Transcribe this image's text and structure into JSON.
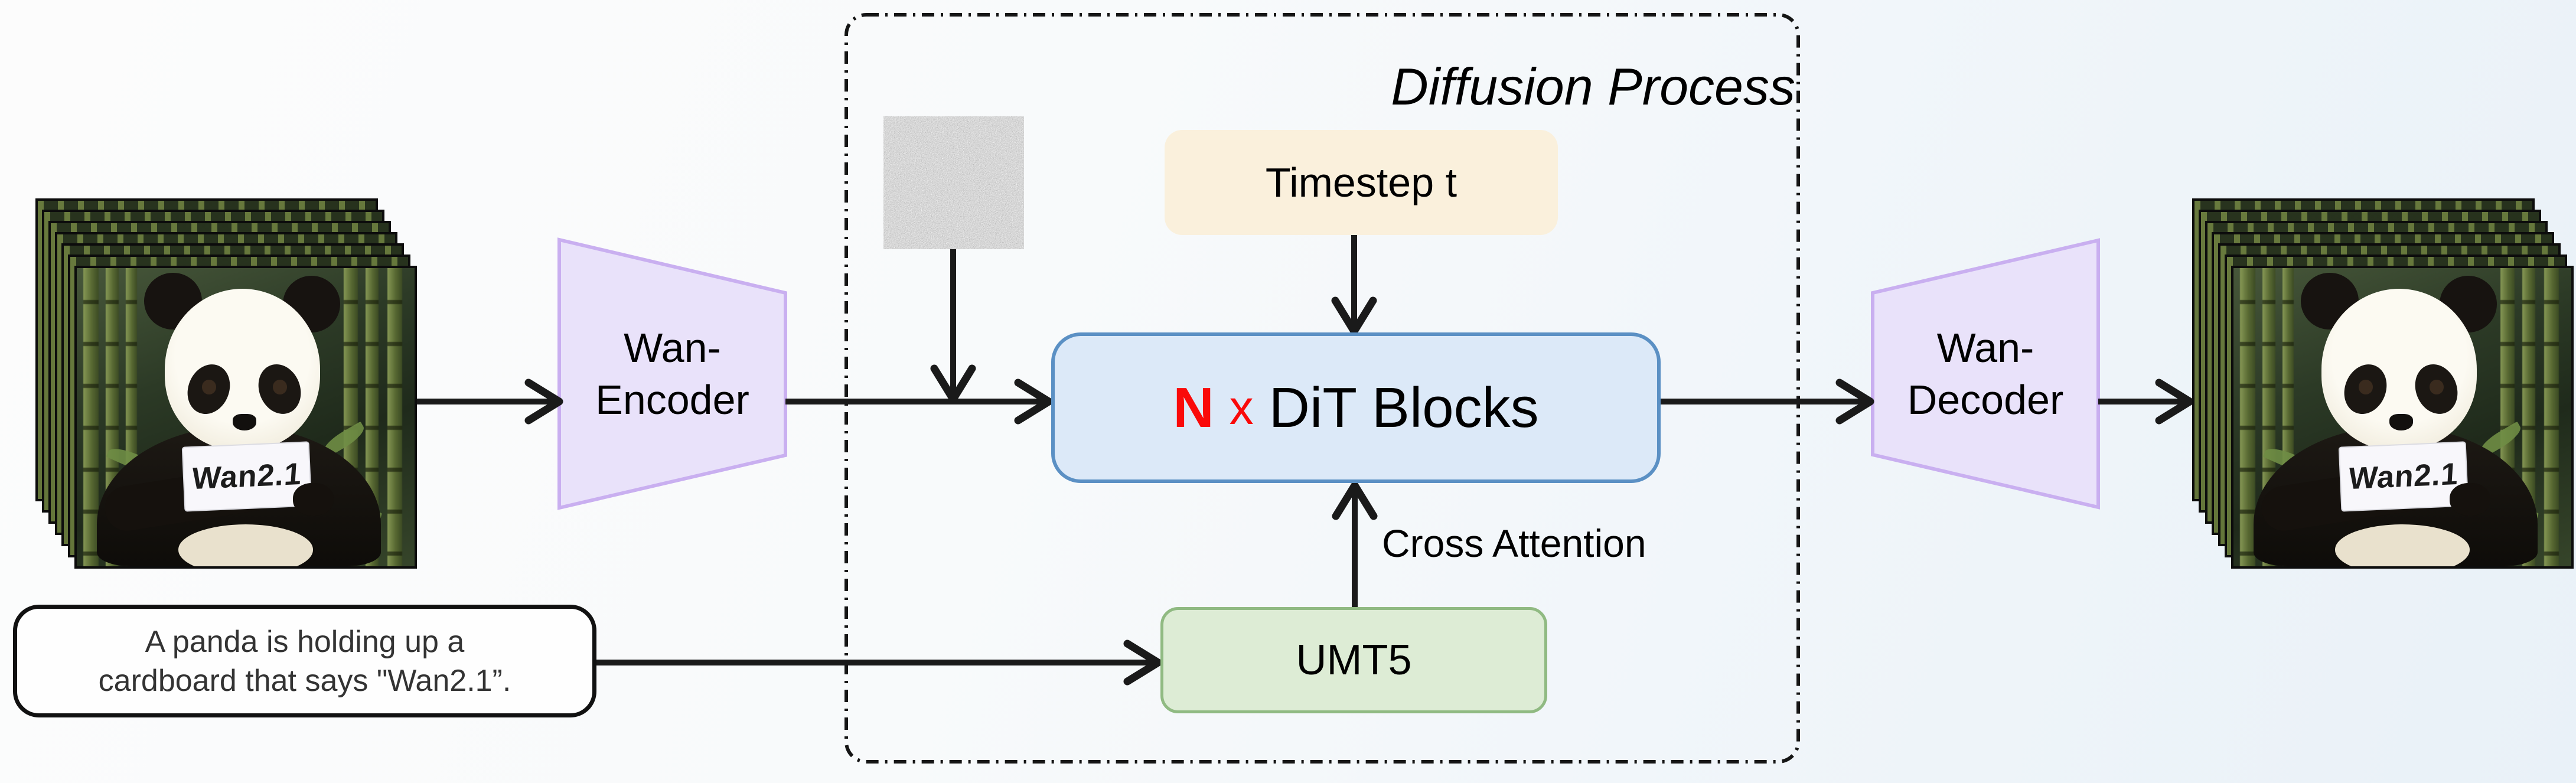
{
  "title": {
    "label": "Diffusion Process"
  },
  "blocks": {
    "encoder": {
      "line1": "Wan-",
      "line2": "Encoder"
    },
    "decoder": {
      "line1": "Wan-",
      "line2": "Decoder"
    },
    "timestep": {
      "label": "Timestep t"
    },
    "dit": {
      "n": "N",
      "times": "x",
      "label": "DiT Blocks"
    },
    "umt5": {
      "label": "UMT5"
    },
    "cross_attention": {
      "label": "Cross Attention"
    },
    "prompt": {
      "line1": "A panda is holding up a",
      "line2": "cardboard that says \"Wan2.1”."
    }
  },
  "panda": {
    "card_text": "Wan2.1",
    "frames_count": 7
  },
  "colors": {
    "accent_red": "#fa0a0a",
    "dit_fill": "#dce9f8",
    "dit_border": "#5b90c4",
    "timestep_fill": "#faf0dc",
    "umt5_fill": "#ddecd5",
    "umt5_border": "#90ba82",
    "vae_fill": "#e9e2fa",
    "vae_border": "#c9aff0",
    "arrow": "#1a1a1a"
  }
}
